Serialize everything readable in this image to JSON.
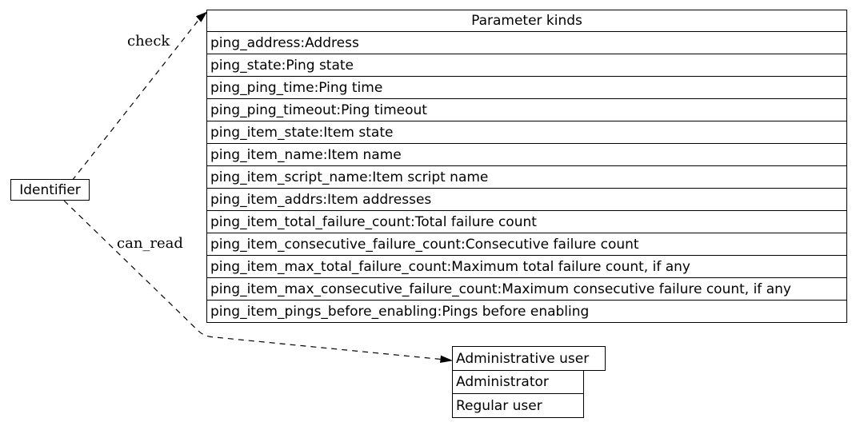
{
  "diagram": {
    "identifier_node": {
      "label": "Identifier"
    },
    "edges": {
      "check": {
        "label": "check"
      },
      "can_read": {
        "label": "can_read"
      }
    },
    "param_table": {
      "title": "Parameter kinds",
      "rows": [
        "ping_address:Address",
        "ping_state:Ping state",
        "ping_ping_time:Ping time",
        "ping_ping_timeout:Ping timeout",
        "ping_item_state:Item state",
        "ping_item_name:Item name",
        "ping_item_script_name:Item script name",
        "ping_item_addrs:Item addresses",
        "ping_item_total_failure_count:Total failure count",
        "ping_item_consecutive_failure_count:Consecutive failure count",
        "ping_item_max_total_failure_count:Maximum total failure count, if any",
        "ping_item_max_consecutive_failure_count:Maximum consecutive failure count, if any",
        "ping_item_pings_before_enabling:Pings before enabling"
      ]
    },
    "user_table": {
      "title": "Administrative user",
      "rows": [
        "Administrator",
        "Regular user"
      ]
    },
    "colors": {
      "line": "#000000",
      "background": "#ffffff",
      "text": "#000000"
    }
  }
}
